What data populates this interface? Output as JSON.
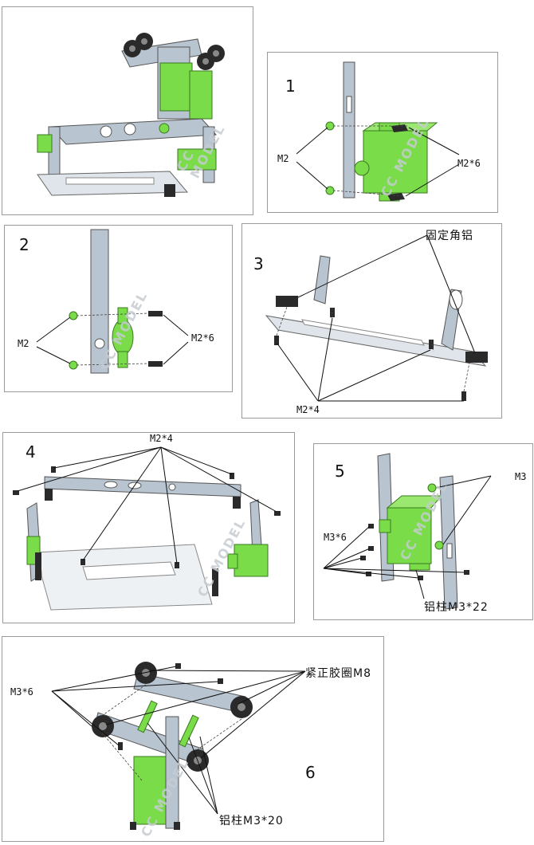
{
  "colors": {
    "part_metal": "#b8c4d0",
    "part_servo": "#7bdc4a",
    "part_rubber": "#2a2a2a",
    "line": "#1a1a1a",
    "panel_border": "#9a9a9a"
  },
  "watermark": "CC MODEL",
  "overview": {},
  "steps": [
    {
      "number": "1",
      "labels": [
        "M2",
        "M2*6"
      ]
    },
    {
      "number": "2",
      "labels": [
        "M2",
        "M2*6"
      ]
    },
    {
      "number": "3",
      "labels": [
        "固定角铝",
        "M2*4"
      ]
    },
    {
      "number": "4",
      "labels": [
        "M2*4"
      ]
    },
    {
      "number": "5",
      "labels": [
        "M3",
        "M3*6",
        "铝柱M3*22"
      ]
    },
    {
      "number": "6",
      "labels": [
        "紧正胶圈M8",
        "M3*6",
        "铝柱M3*20"
      ]
    }
  ]
}
